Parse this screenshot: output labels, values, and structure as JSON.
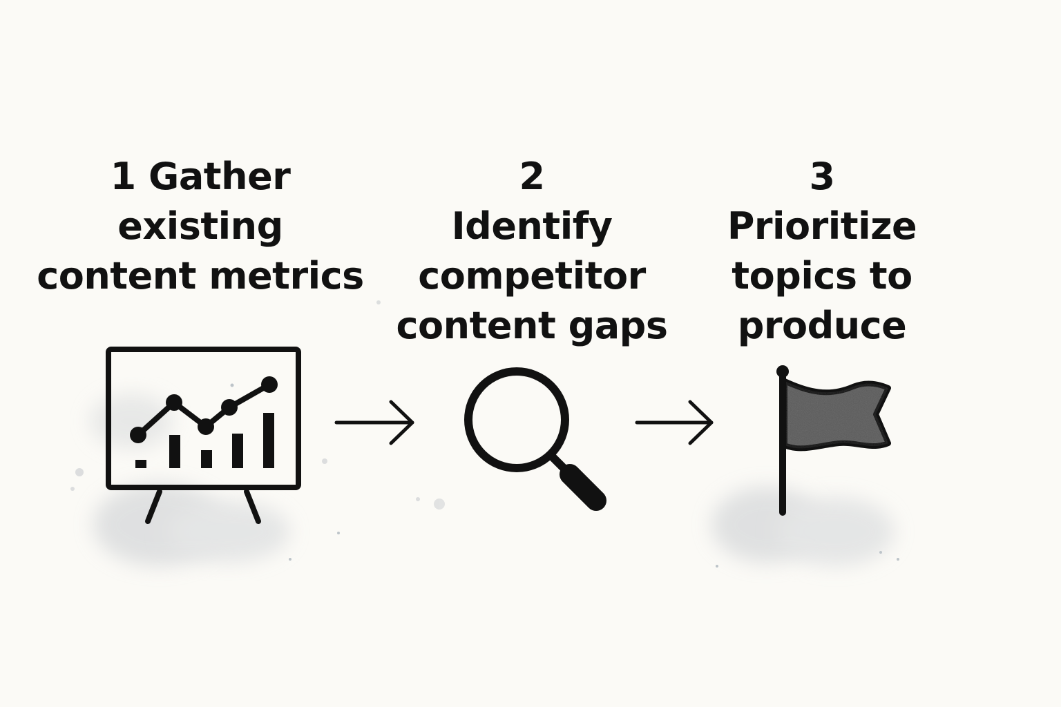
{
  "steps": [
    {
      "number": "1",
      "lines": [
        "1  Gather",
        "existing",
        "content metrics"
      ],
      "icon": "presentation-chart-icon"
    },
    {
      "number": "2",
      "lines": [
        "2",
        "Identify",
        "competitor",
        "content gaps"
      ],
      "icon": "magnifying-glass-icon"
    },
    {
      "number": "3",
      "lines": [
        "3",
        "Prioritize",
        "topics to",
        "produce"
      ],
      "icon": "flag-icon"
    }
  ],
  "connectors": [
    "arrow-right-icon",
    "arrow-right-icon"
  ],
  "colors": {
    "background": "#fbfaf6",
    "ink": "#111111",
    "watercolor": "#c9ccd0",
    "flag_fill": "#5a5a5a"
  }
}
